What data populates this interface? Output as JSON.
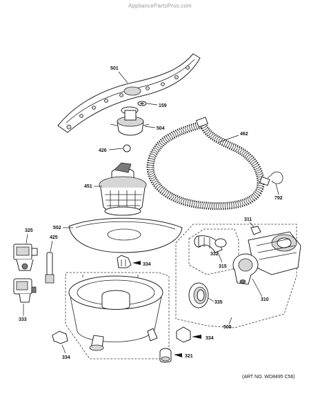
{
  "watermark": "AppliancePartsPros.com",
  "art_number": "(ART NO. WD8495 C56)",
  "callouts": {
    "c501": "501",
    "c159": "159",
    "c504": "504",
    "c426": "426",
    "c462": "462",
    "c451": "451",
    "c792": "792",
    "c502": "502",
    "c311": "311",
    "c325": "325",
    "c425": "425",
    "c332": "332",
    "c315": "315",
    "c334a": "334",
    "c333": "333",
    "c335": "335",
    "c310": "310",
    "c505": "505",
    "c334b": "334",
    "c334c": "334",
    "c321": "321"
  }
}
